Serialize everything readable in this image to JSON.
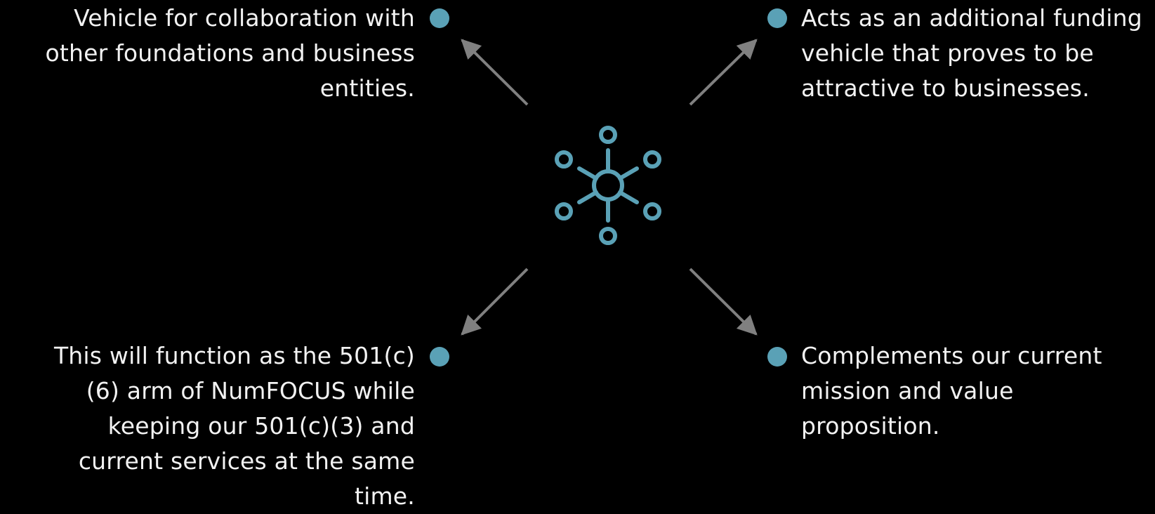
{
  "colors": {
    "background": "#000000",
    "text": "#f2f2f2",
    "accent": "#5aa1b6",
    "arrow": "#808080"
  },
  "center": {
    "icon": "network-hub-icon"
  },
  "items": {
    "top_left": "Vehicle for collaboration with other foundations and business entities.",
    "top_right": "Acts as an additional funding vehicle that proves to be attractive to businesses.",
    "bottom_left": "This will function as the 501(c)(6) arm of NumFOCUS while keeping our 501(c)(3) and current services at the same time.",
    "bottom_right": "Complements our current mission and value proposition."
  }
}
